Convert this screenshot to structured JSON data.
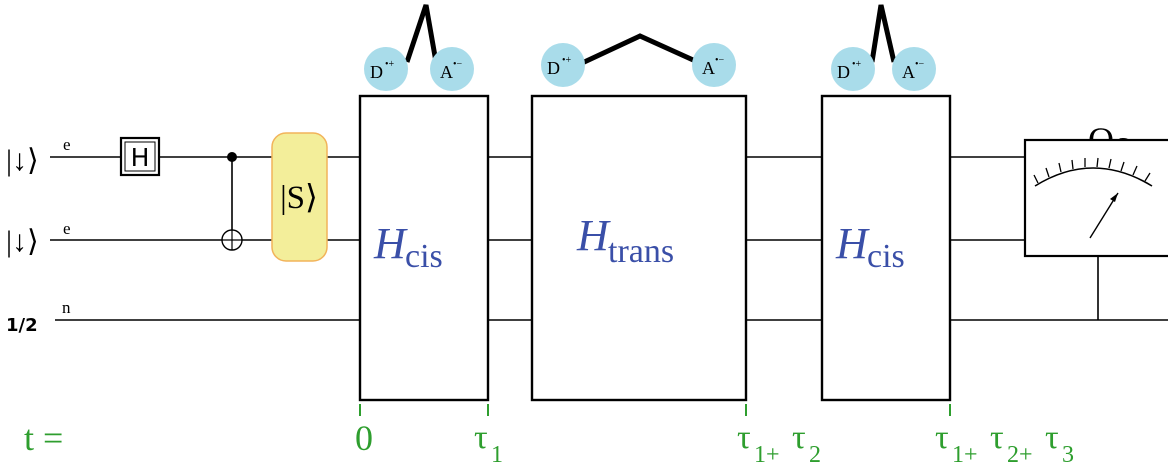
{
  "inputs": [
    {
      "state": "|↓⟩",
      "label": "e"
    },
    {
      "state": "|↓⟩",
      "label": "e"
    },
    {
      "state": "1/2",
      "label": "n"
    }
  ],
  "gates": {
    "hadamard": "H",
    "singlet": "|S⟩",
    "cis_1": {
      "script": "H",
      "sub": "cis"
    },
    "trans": {
      "script": "H",
      "sub": "trans"
    },
    "cis_2": {
      "script": "H",
      "sub": "cis"
    },
    "measurement": {
      "base": "Q",
      "sub": "S"
    }
  },
  "molecules": [
    {
      "donor": "D",
      "donor_charge": "•+",
      "acceptor": "A",
      "acceptor_charge": "•−"
    },
    {
      "donor": "D",
      "donor_charge": "•+",
      "acceptor": "A",
      "acceptor_charge": "•−"
    },
    {
      "donor": "D",
      "donor_charge": "•+",
      "acceptor": "A",
      "acceptor_charge": "•−"
    }
  ],
  "time": {
    "prefix": "t =",
    "t0": "0",
    "t1": {
      "base": "τ",
      "sub": "1"
    },
    "t2": {
      "base": "τ",
      "sub": "1+",
      "base2": "τ",
      "sub2": "2"
    },
    "t3": {
      "base": "τ",
      "sub": "1+",
      "base2": "τ",
      "sub2": "2+",
      "base3": "τ",
      "sub3": "3"
    }
  },
  "colors": {
    "time_labels": "#2e9e2e",
    "hamiltonian_text": "#3a4fa8",
    "molecule_fill": "#a9dcea",
    "singlet_fill": "#f3ee9a",
    "singlet_stroke": "#f2b35a"
  }
}
